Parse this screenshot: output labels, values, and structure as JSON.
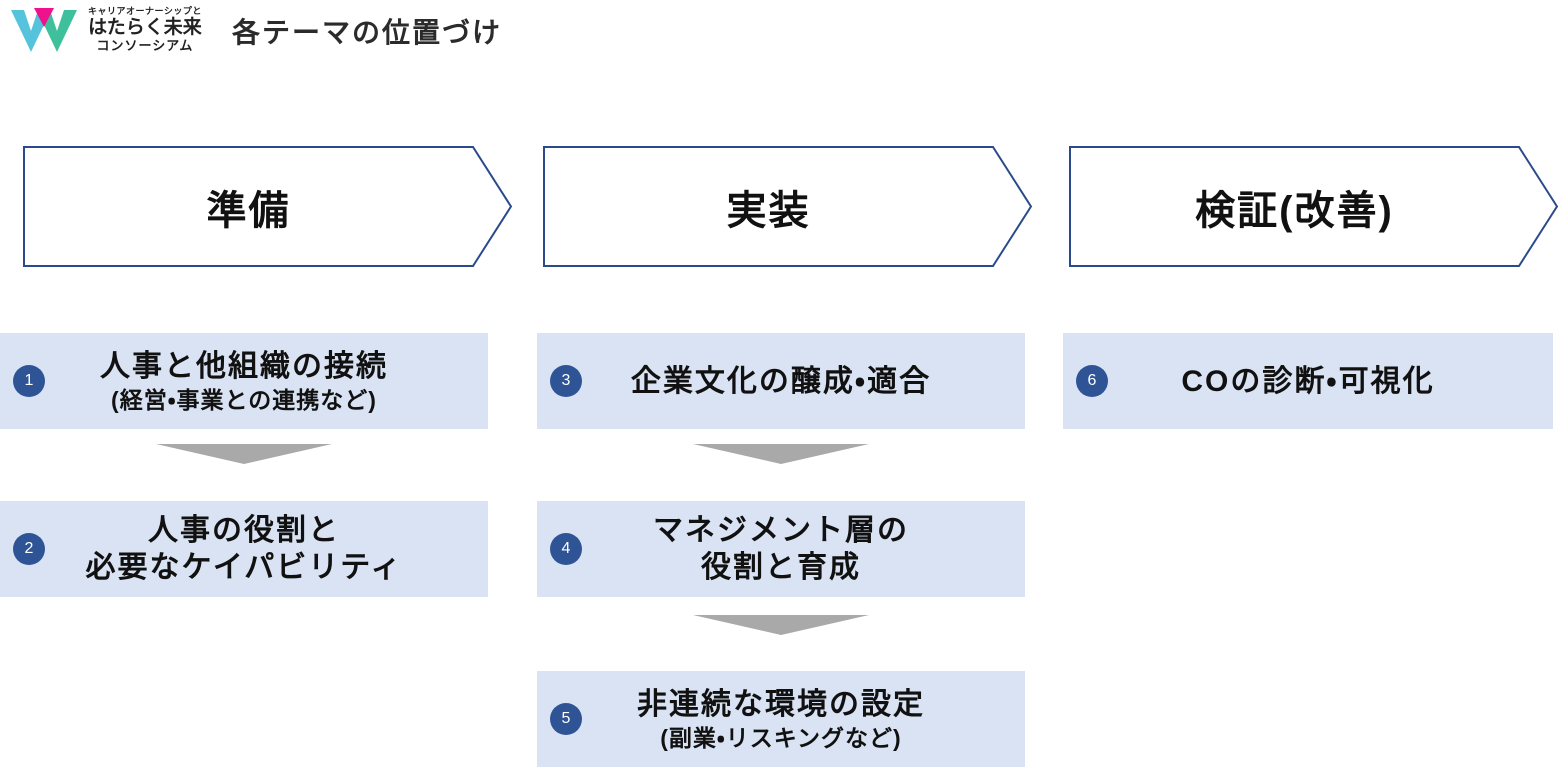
{
  "page": {
    "title": "各テーマの位置づけ"
  },
  "logo": {
    "tagline": "キャリアオーナーシップと",
    "name": "はたらく未来",
    "subname": "コンソーシアム"
  },
  "phases": [
    {
      "label": "準備"
    },
    {
      "label": "実装"
    },
    {
      "label": "検証(改善)"
    }
  ],
  "themes": [
    {
      "number": "1",
      "line1": "人事と他組織の接続",
      "sub": "(経営・事業との連携など)"
    },
    {
      "number": "2",
      "line1": "人事の役割と",
      "line2": "必要なケイパビリティ"
    },
    {
      "number": "3",
      "line1": "企業文化の醸成・適合"
    },
    {
      "number": "4",
      "line1": "マネジメント層の",
      "line2": "役割と育成"
    },
    {
      "number": "5",
      "line1": "非連続な環境の設定",
      "sub": "(副業・リスキングなど)"
    },
    {
      "number": "6",
      "line1": "COの診断・可視化"
    }
  ],
  "icons": {
    "logo_mark": "w-logo-two-v-with-pink-triangle",
    "flow_arrow": "wide-triangle-down",
    "phase_shape": "chevron-right-banner"
  },
  "colors": {
    "chevron_border": "#2B4A8B",
    "box_bg": "#DAE3F3",
    "badge_bg": "#2F5496",
    "arrow_gray": "#A9A9A9",
    "logo_cyan": "#54C3DB",
    "logo_teal": "#3FC09D",
    "logo_pink": "#F0128C",
    "text_black": "#1B1B1B"
  }
}
